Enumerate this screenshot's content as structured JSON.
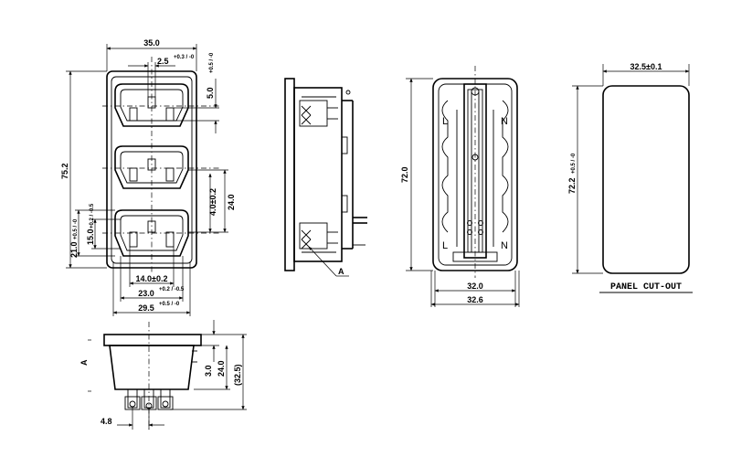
{
  "front_view": {
    "dims": {
      "width_top": "35.0",
      "pin_spacing": "2.5",
      "pin_spacing_tol": "+0.3 / -0",
      "slot_height": "5.0",
      "slot_height_tol": "+0.5 / -0",
      "total_height": "75.2",
      "offset_mid": "4.0±0.2",
      "pitch": "24.0",
      "socket_h_outer": "21.0",
      "socket_h_outer_tol": "+0.5 / -0",
      "socket_h_inner": "15.0",
      "socket_h_inner_tol": "+0.2 / -0.5",
      "inner_width": "14.0±0.2",
      "mid_width": "23.0",
      "mid_width_tol": "+0.2 / -0.5",
      "outer_width": "29.5",
      "outer_width_tol": "+0.5 / -0"
    }
  },
  "side_view": {
    "section_label": "A"
  },
  "rear_view": {
    "dims": {
      "height": "72.0",
      "width_inner": "32.0",
      "width_outer": "32.6"
    },
    "labels": {
      "left": "L",
      "right": "N"
    }
  },
  "cutout": {
    "title": "PANEL CUT-OUT",
    "width": "32.5±0.1",
    "height": "72.2",
    "height_tol": "+0.5 / -0"
  },
  "bottom_view": {
    "section_label": "A",
    "dims": {
      "flange": "3.0",
      "body": "24.0",
      "total": "(32.5)",
      "pin_pitch": "4.8"
    }
  }
}
